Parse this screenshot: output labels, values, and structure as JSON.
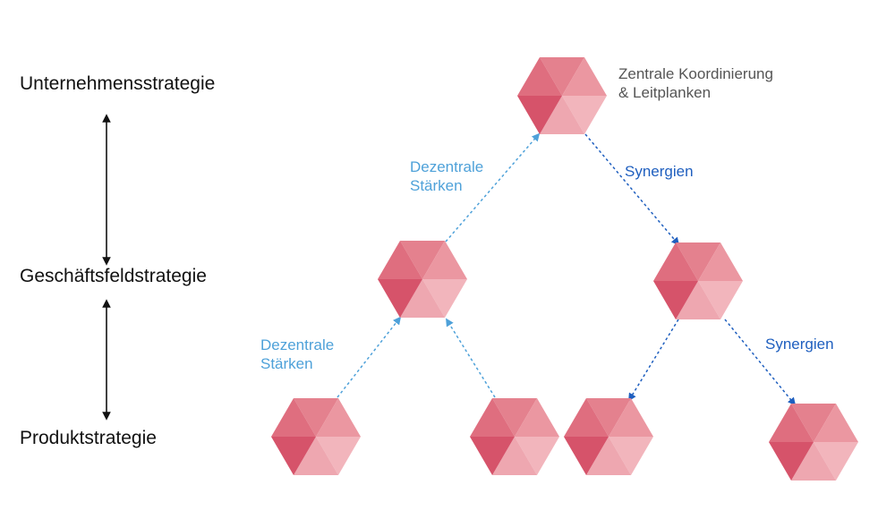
{
  "levels": {
    "top": "Unternehmensstrategie",
    "middle": "Geschäftsfeldstrategie",
    "bottom": "Produktstrategie"
  },
  "annotation": {
    "line1": "Zentrale Koordinierung",
    "line2": "& Leitplanken"
  },
  "labels": {
    "decentral_upper": [
      "Dezentrale",
      "Stärken"
    ],
    "synergy_upper": "Synergien",
    "decentral_lower": [
      "Dezentrale",
      "Stärken"
    ],
    "synergy_lower": "Synergien"
  },
  "colors": {
    "decentral": "#4ea1d9",
    "synergy": "#1f5fbf",
    "text": "#111111"
  }
}
